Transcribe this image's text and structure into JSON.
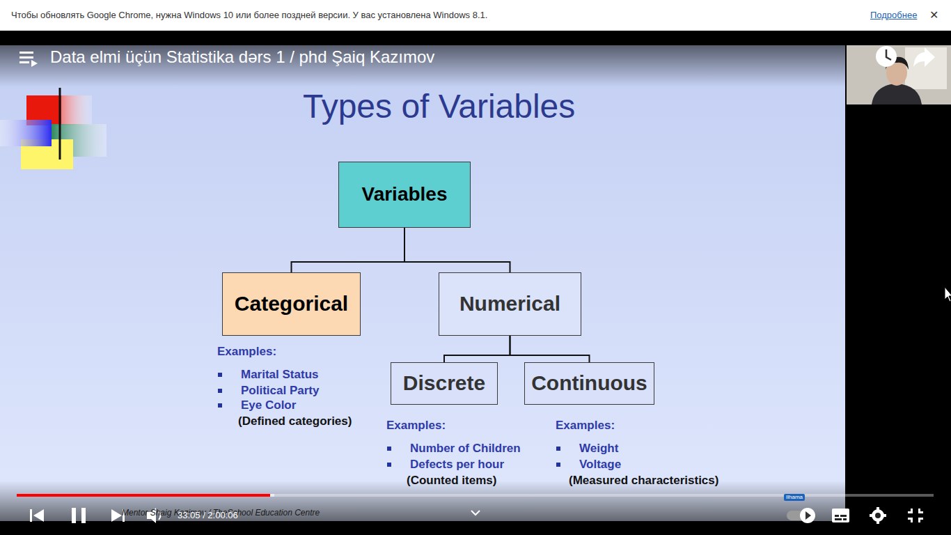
{
  "diagram": {
    "title": "Types of Variables",
    "nodes": [
      {
        "text": [
          "Variables"
        ]
      },
      {
        "text": [
          "Categorical"
        ]
      },
      {
        "text": [
          "Numerical"
        ]
      },
      {
        "text": [
          "Discrete"
        ]
      },
      {
        "text": [
          "Continuous"
        ]
      }
    ],
    "edges": [
      {
        "from": 0,
        "to": 1,
        "arrow": "none"
      },
      {
        "from": 0,
        "to": 2,
        "arrow": "none"
      },
      {
        "from": 2,
        "to": 3,
        "arrow": "none"
      },
      {
        "from": 2,
        "to": 4,
        "arrow": "none"
      }
    ],
    "labels": [
      "Чтобы обновлять Google Chrome, нужна Windows 10 или более поздней версии. У вас установлена Windows 8.1.",
      "Подробнее",
      "✕",
      "Data elmi üçün Statistika dərs 1 / phd Şaiq Kazımov",
      "Examples:",
      "Marital Status",
      "Political Party",
      "Eye Color",
      "(Defined categories)",
      "Examples:",
      "Number of Children",
      "Defects per hour",
      "(Counted items)",
      "Examples:",
      "Weight",
      "Voltage",
      "(Measured characteristics)",
      "Mentor Shaig Kazimov / TheSchool Education Centre",
      "33:05 / 2:00:06",
      "Ilhama"
    ]
  }
}
